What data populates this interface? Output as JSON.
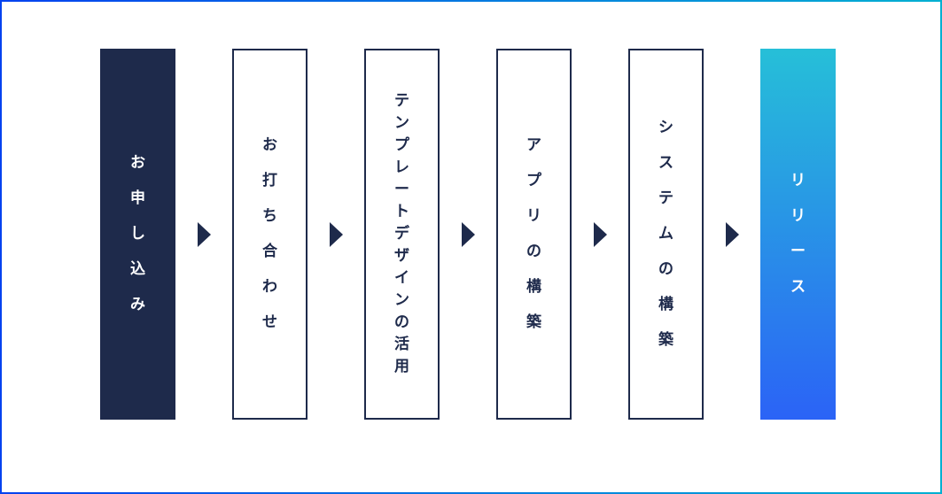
{
  "colors": {
    "navy": "#1e2a4b",
    "frame_blue": "#0442ef",
    "frame_cyan": "#01b0d1",
    "release_top": "#26bfd8",
    "release_bottom": "#2b63f6",
    "background": "#ffffff"
  },
  "flow": {
    "steps": [
      {
        "label": "お申し込み",
        "style": "filled-navy"
      },
      {
        "label": "お打ち合わせ",
        "style": "outlined"
      },
      {
        "label": "テンプレートデザインの活用",
        "style": "outlined"
      },
      {
        "label": "アプリの構築",
        "style": "outlined"
      },
      {
        "label": "システムの構築",
        "style": "outlined"
      },
      {
        "label": "リリース",
        "style": "teal-blue-gradient"
      }
    ],
    "arrow_icon": "right-play-triangle",
    "arrow_count": 5,
    "text_direction": "vertical-top-to-bottom"
  }
}
